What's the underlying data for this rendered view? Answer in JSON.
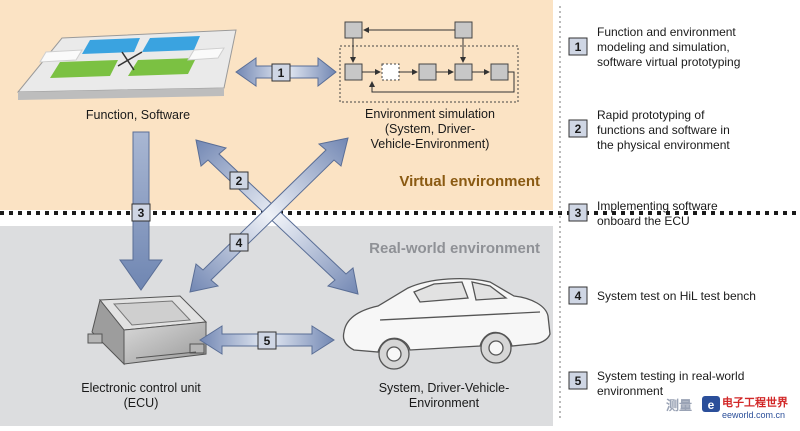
{
  "colors": {
    "virtual_bg": "#fbe3c4",
    "real_bg": "#dcdddf",
    "virtual_title": "#8a5a12",
    "real_title": "#8f9196",
    "badge_fill": "#cfd6e4",
    "arrow_fill": "#7f93b8",
    "box_fill": "#c7c7c7"
  },
  "zones": {
    "virtual": "Virtual environment",
    "real": "Real-world environment"
  },
  "nodes": {
    "function_software": "Function, Software",
    "env_sim": [
      "Environment simulation",
      "(System, Driver-",
      "Vehicle-Environment)"
    ],
    "ecu": [
      "Electronic control unit",
      "(ECU)"
    ],
    "system": [
      "System, Driver-Vehicle-",
      "Environment"
    ]
  },
  "arrow_numbers": [
    "1",
    "2",
    "3",
    "4",
    "5"
  ],
  "steps": [
    {
      "num": "1",
      "lines": [
        "Function and environment",
        "modeling and simulation,",
        "software virtual prototyping"
      ]
    },
    {
      "num": "2",
      "lines": [
        "Rapid prototyping of",
        "functions and software in",
        "the physical environment"
      ]
    },
    {
      "num": "3",
      "lines": [
        "Implementing software",
        "onboard the ECU"
      ]
    },
    {
      "num": "4",
      "lines": [
        "System test on HiL test bench"
      ]
    },
    {
      "num": "5",
      "lines": [
        "System testing in real-world",
        "environment"
      ]
    }
  ],
  "watermark": {
    "left": "测量",
    "brand": "电子工程世界",
    "url": "eeworld.com.cn"
  }
}
